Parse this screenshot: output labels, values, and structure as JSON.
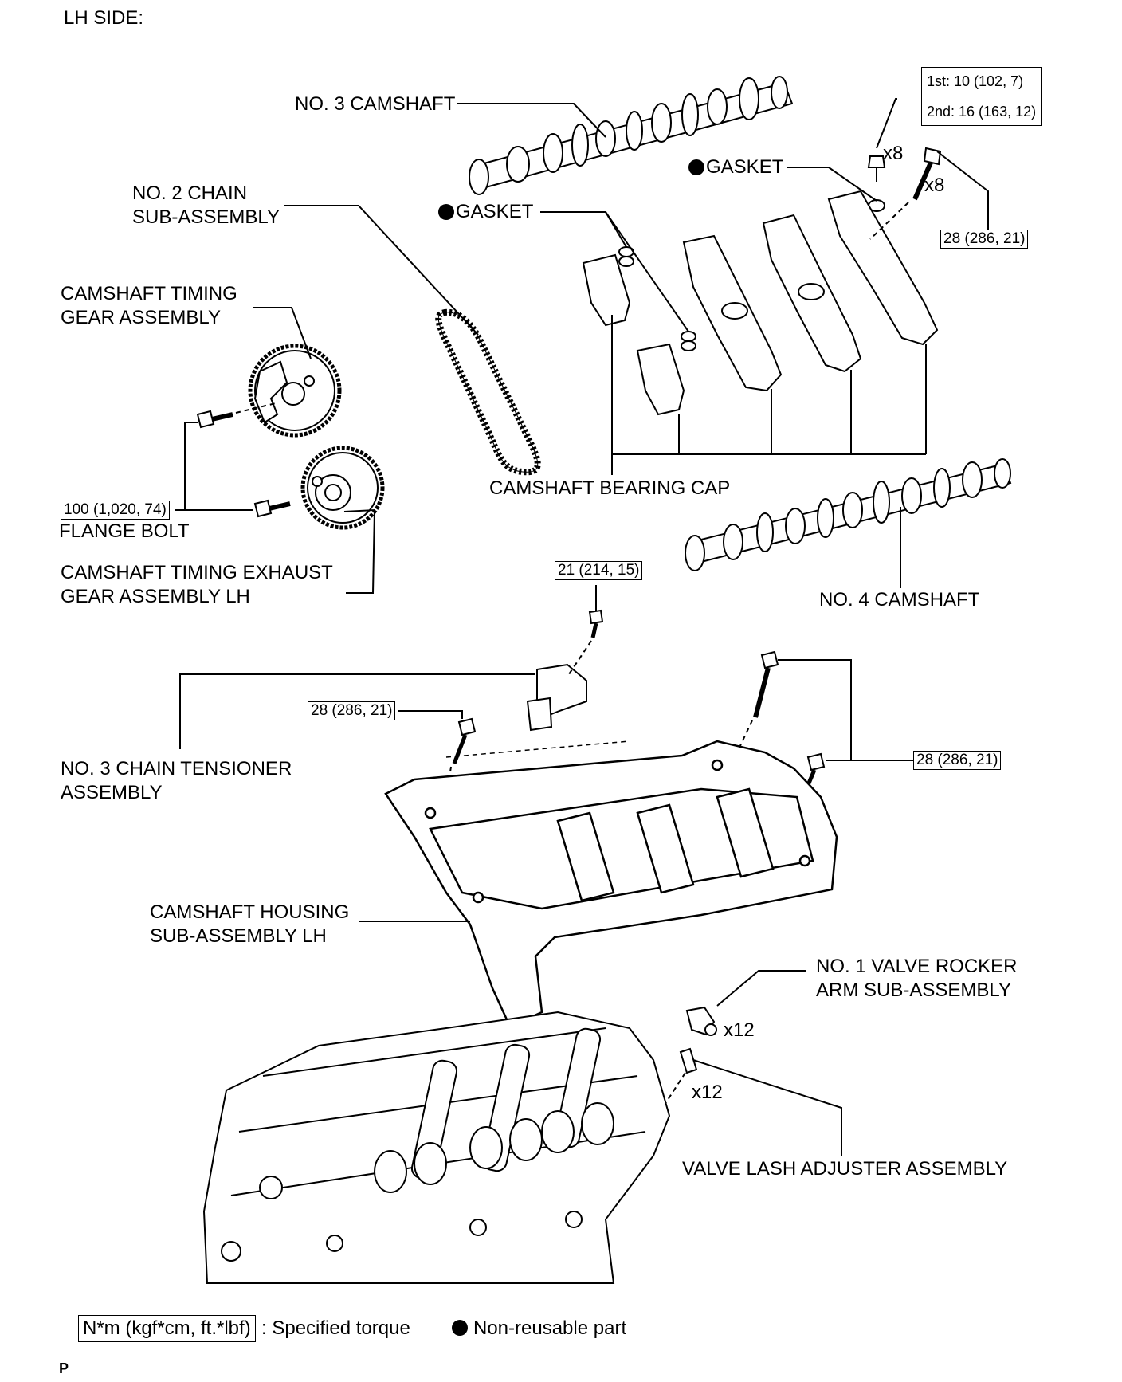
{
  "header": {
    "side_label": "LH SIDE:"
  },
  "labels": {
    "no3_camshaft": "NO. 3 CAMSHAFT",
    "no2_chain_line1": "NO. 2 CHAIN",
    "no2_chain_line2": "SUB-ASSEMBLY",
    "timing_gear_line1": "CAMSHAFT TIMING",
    "timing_gear_line2": "GEAR ASSEMBLY",
    "gasket_top": "GASKET",
    "gasket_mid": "GASKET",
    "bearing_cap": "CAMSHAFT BEARING CAP",
    "flange_bolt": "FLANGE BOLT",
    "exhaust_gear_line1": "CAMSHAFT TIMING EXHAUST",
    "exhaust_gear_line2": "GEAR ASSEMBLY LH",
    "no4_camshaft": "NO. 4 CAMSHAFT",
    "tensioner_line1": "NO. 3 CHAIN TENSIONER",
    "tensioner_line2": "ASSEMBLY",
    "housing_line1": "CAMSHAFT HOUSING",
    "housing_line2": "SUB-ASSEMBLY LH",
    "rocker_line1": "NO. 1 VALVE ROCKER",
    "rocker_line2": "ARM SUB-ASSEMBLY",
    "lash_adjuster": "VALVE LASH ADJUSTER ASSEMBLY"
  },
  "quantities": {
    "bearing_cap_bolt_small": "x8",
    "bearing_cap_bolt_large": "x8",
    "rocker_arm": "x12",
    "lash_adjuster": "x12"
  },
  "torques": {
    "bearing_cap_first": "1st: 10 (102, 7)",
    "bearing_cap_second": "2nd: 16 (163, 12)",
    "bearing_cap_large": "28 (286, 21)",
    "flange_bolt": "100 (1,020, 74)",
    "tensioner_bolt": "21 (214, 15)",
    "housing_left": "28 (286, 21)",
    "housing_right": "28 (286, 21)"
  },
  "legend": {
    "torque_unit": "N*m (kgf*cm, ft.*lbf)",
    "torque_desc": ": Specified torque",
    "nonreusable": "Non-reusable part"
  },
  "footer": {
    "code": "P"
  }
}
